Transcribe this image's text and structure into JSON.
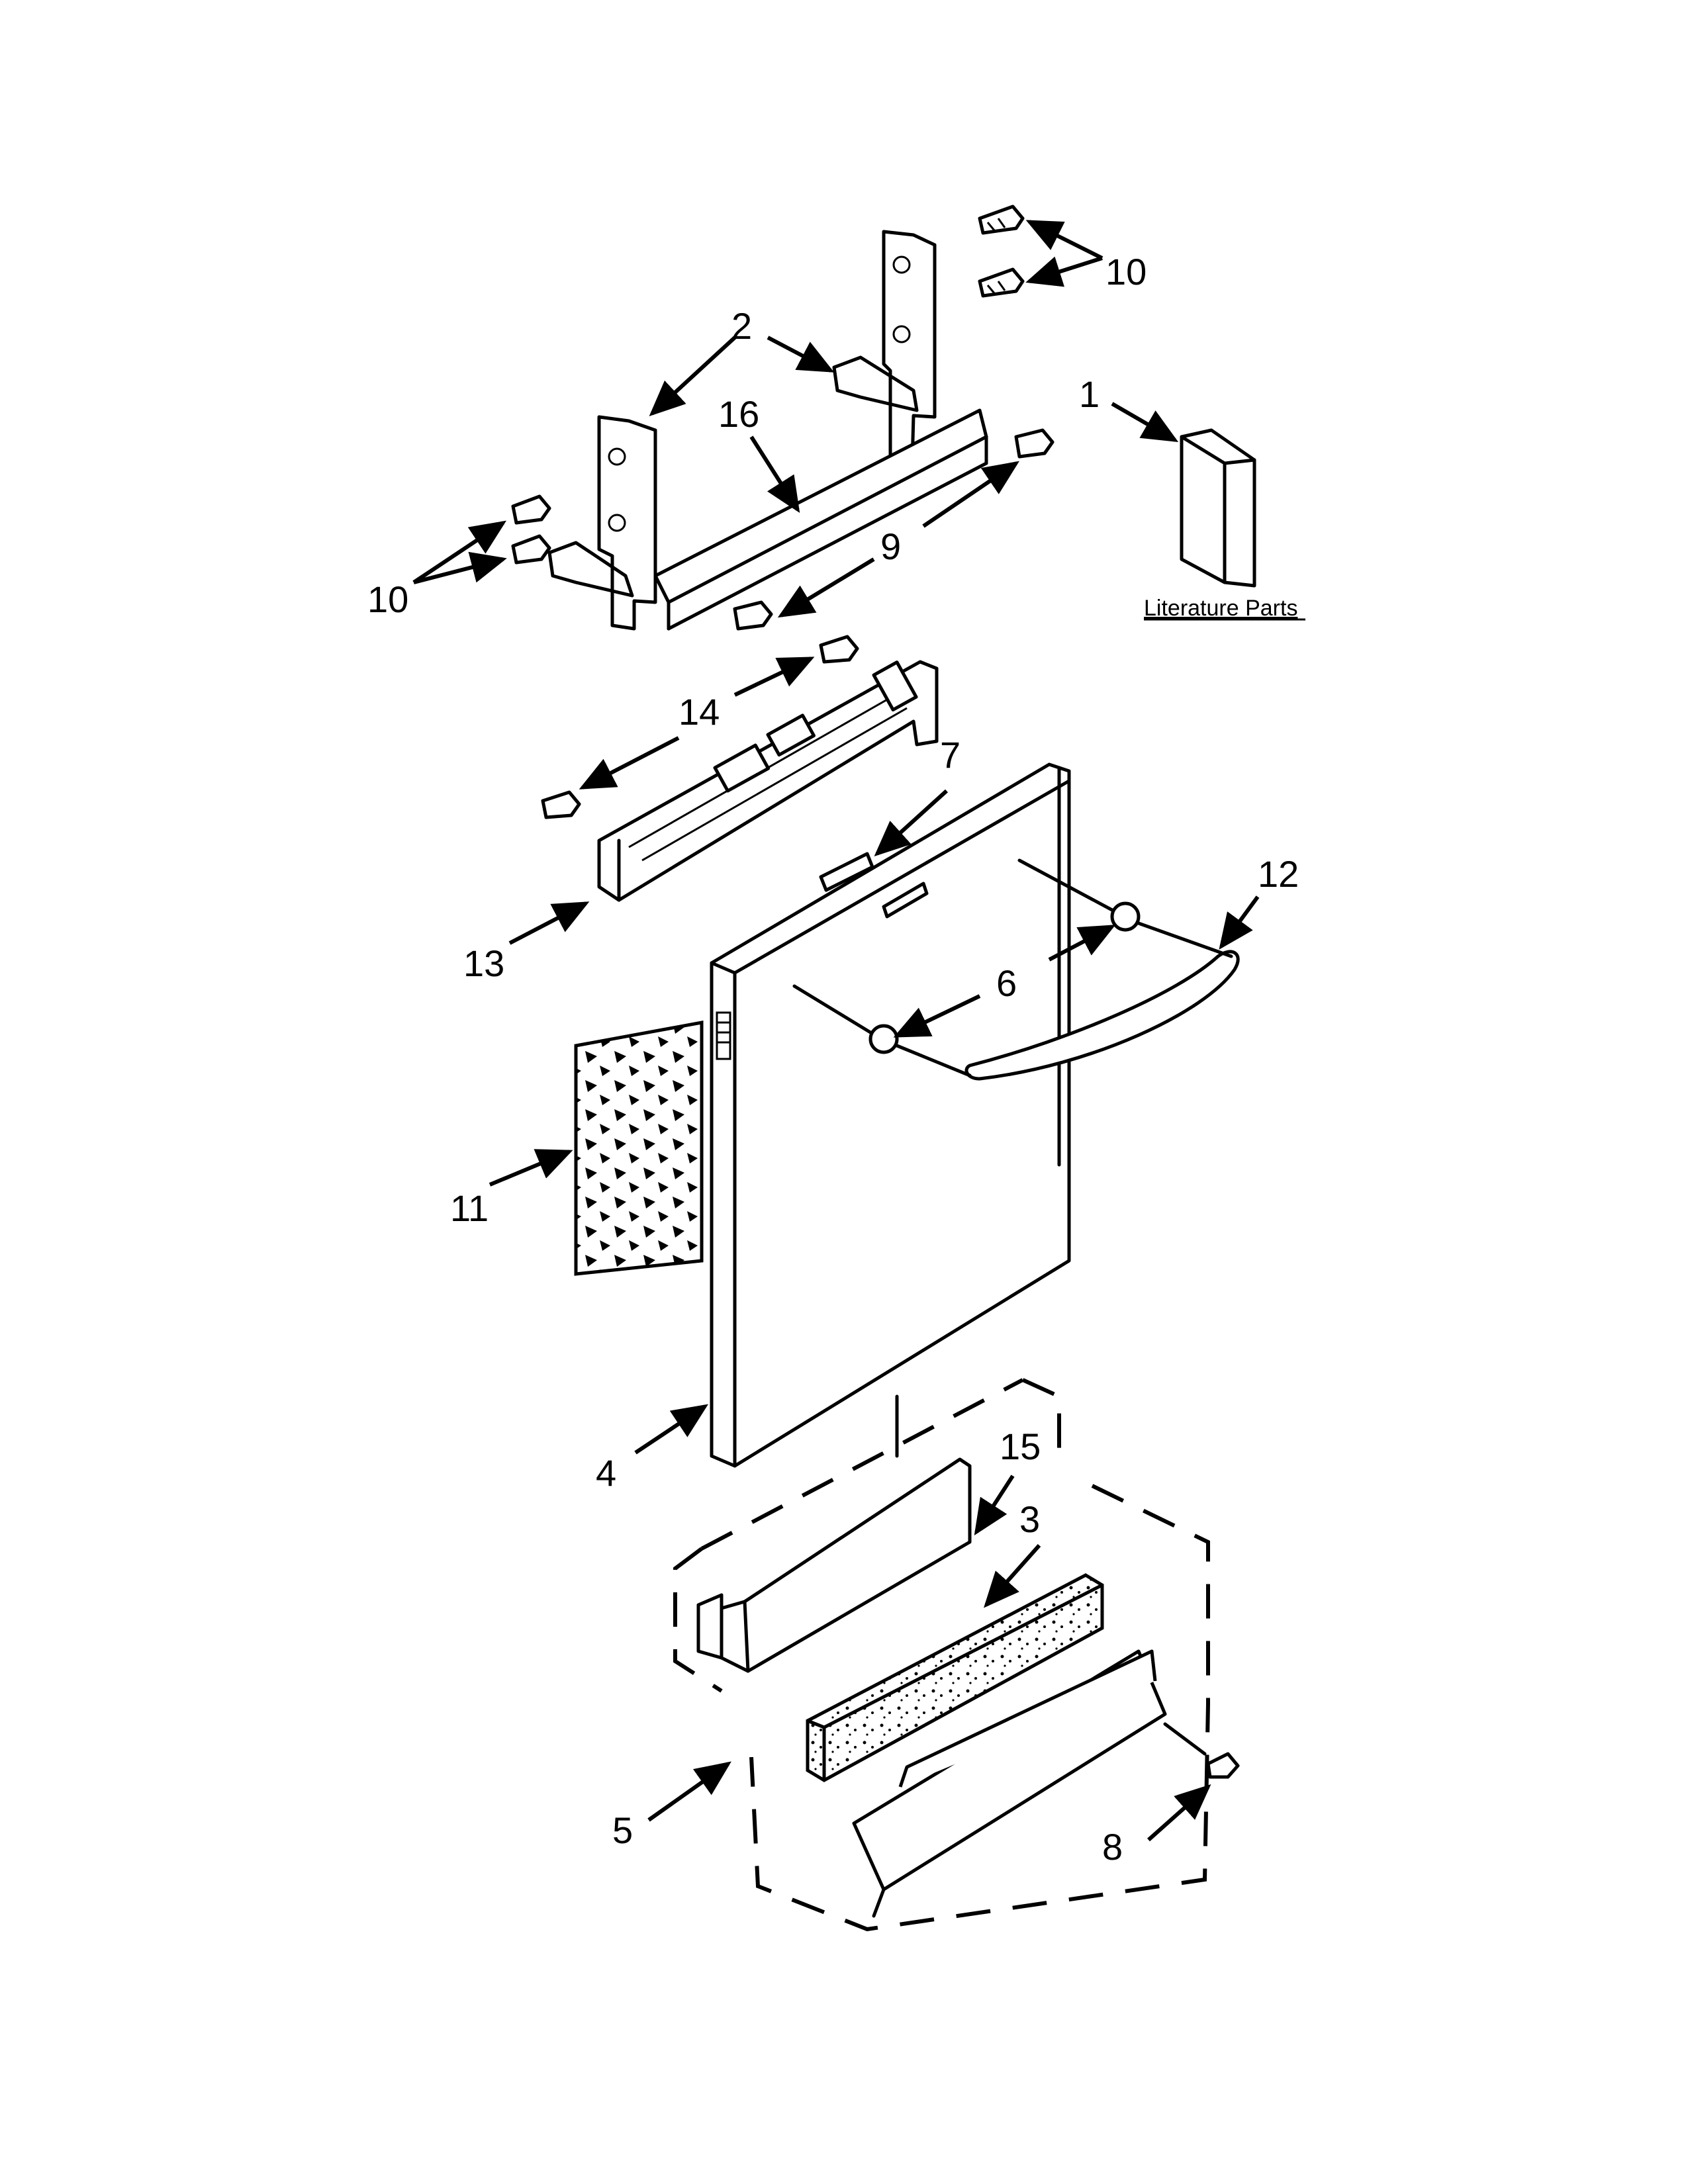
{
  "callouts": {
    "c1": "1",
    "c2": "2",
    "c3": "3",
    "c4": "4",
    "c5": "5",
    "c6": "6",
    "c7": "7",
    "c8": "8",
    "c9": "9",
    "c10a": "10",
    "c10b": "10",
    "c11": "11",
    "c12": "12",
    "c13": "13",
    "c14": "14",
    "c15": "15",
    "c16": "16"
  },
  "literature_label": "Literature Parts"
}
